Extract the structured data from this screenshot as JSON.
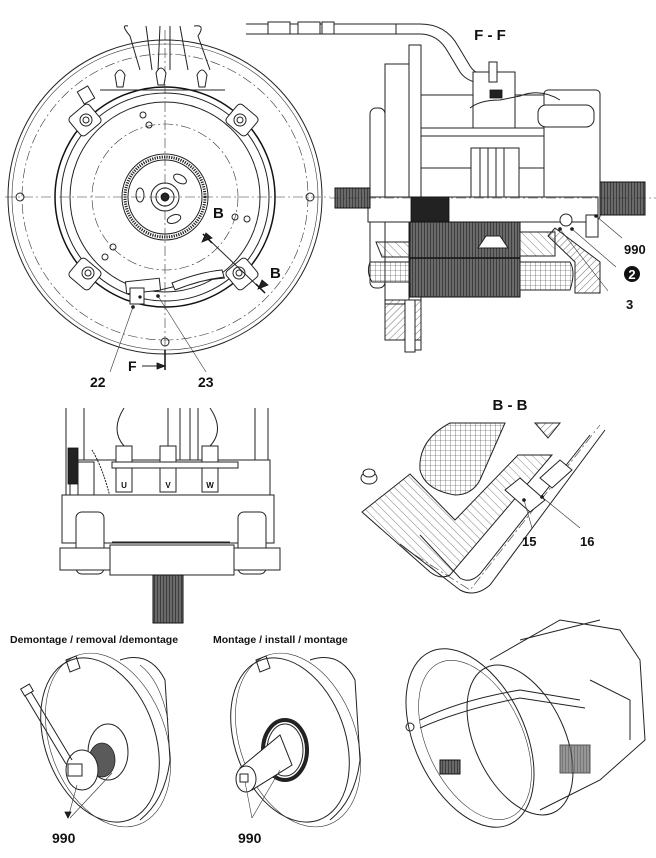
{
  "drawing": {
    "views": {
      "front_view": {
        "callouts": [
          "22",
          "23"
        ],
        "section_markers": [
          "B",
          "B",
          "F"
        ]
      },
      "section_ff": {
        "title": "F - F",
        "callouts": [
          "990",
          "2",
          "3"
        ]
      },
      "bottom_view": {
        "terminal_marks": [
          "U",
          "V",
          "W"
        ]
      },
      "section_bb": {
        "title": "B - B",
        "callouts": [
          "15",
          "16"
        ]
      },
      "removal_view": {
        "caption": "Demontage / removal /demontage",
        "callout": "990"
      },
      "install_view": {
        "caption": "Montage / install / montage",
        "callout": "990"
      },
      "isometric_view": {}
    }
  }
}
